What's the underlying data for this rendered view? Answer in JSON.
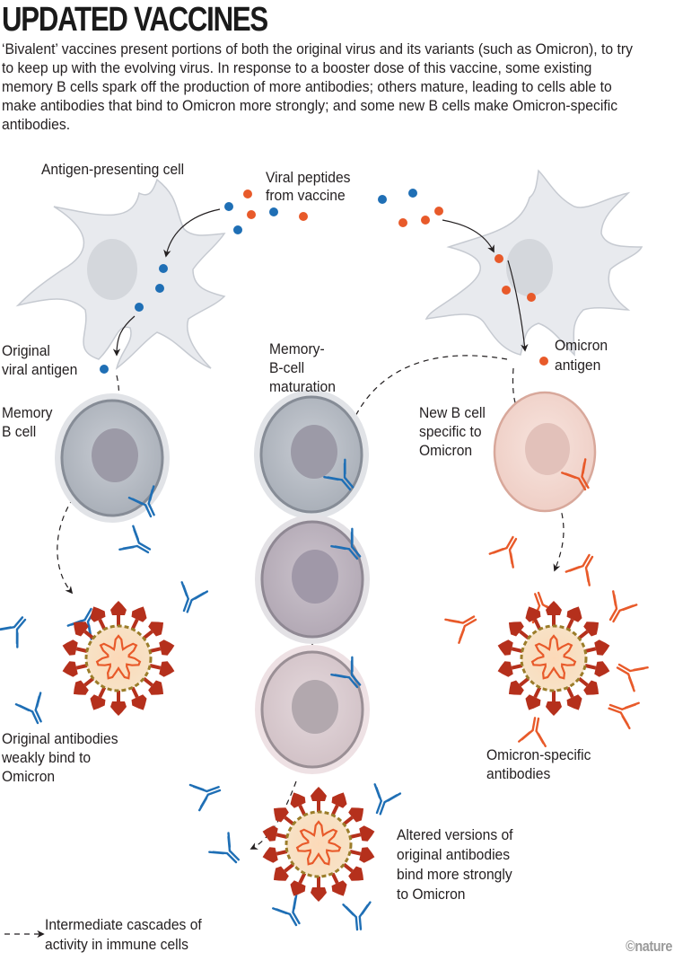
{
  "title": "UPDATED VACCINES",
  "intro": "‘Bivalent’ vaccines present portions of both the original virus and its variants (such as Omicron), to try to keep up with the evolving virus. In response to a booster dose of this vaccine, some existing memory B cells spark off the production of more antibodies; others mature, leading to cells able to make antibodies that bind to Omicron more strongly; and some new B cells make Omicron-specific antibodies.",
  "labels": {
    "apc": "Antigen-presenting cell",
    "peptides_line1": "Viral peptides",
    "peptides_line2": "from vaccine",
    "orig_antigen_line1": "Original",
    "orig_antigen_line2": "viral antigen",
    "maturation_line1": "Memory-",
    "maturation_line2": "B-cell",
    "maturation_line3": "maturation",
    "omicron_antigen_line1": "Omicron",
    "omicron_antigen_line2": "antigen",
    "memory_b_line1": "Memory",
    "memory_b_line2": "B cell",
    "new_b_line1": "New B cell",
    "new_b_line2": "specific to",
    "new_b_line3": "Omicron",
    "orig_ab_line1": "Original antibodies",
    "orig_ab_line2": "weakly bind to",
    "orig_ab_line3": "Omicron",
    "omicron_ab_line1": "Omicron-specific",
    "omicron_ab_line2": "antibodies",
    "altered_line1": "Altered versions of",
    "altered_line2": "original antibodies",
    "altered_line3": "bind more strongly",
    "altered_line4": "to Omicron",
    "legend_line1": "Intermediate cascades of",
    "legend_line2": "activity in immune cells"
  },
  "credit": "©nature",
  "colors": {
    "original_antigen": "#1f6fb5",
    "omicron_antigen": "#e85a2a",
    "spike": "#b5301c",
    "memory_cell": "#b8bcc4",
    "maturing_cell": "#bdb3be",
    "matured_cell": "#d9c8cc",
    "new_cell": "#f2d6cf"
  }
}
